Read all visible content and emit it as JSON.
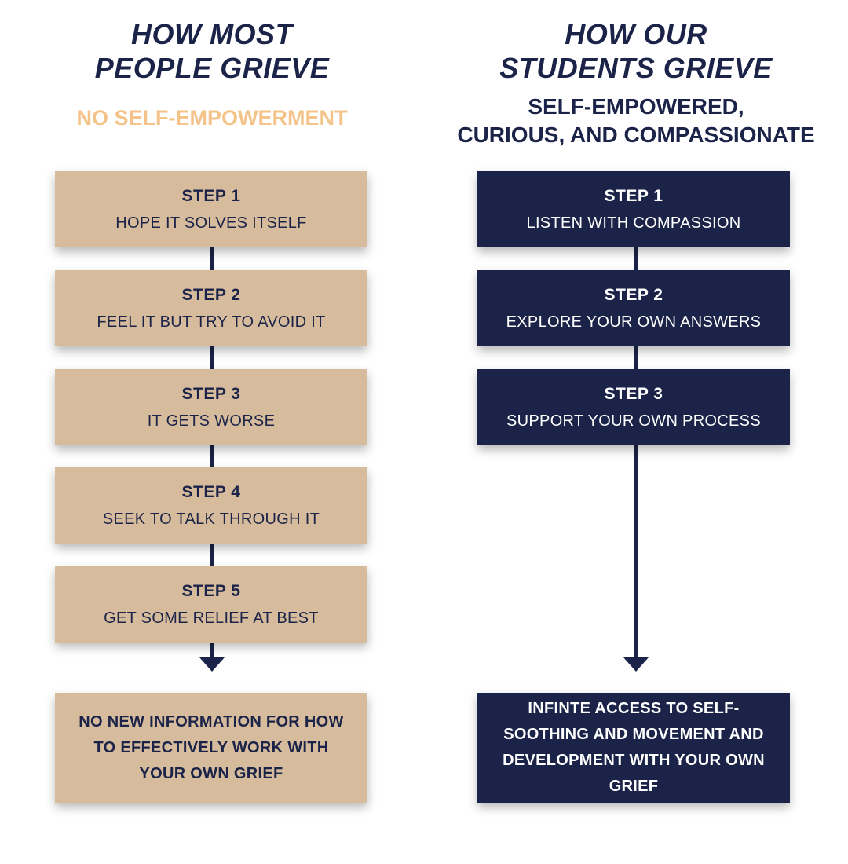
{
  "left": {
    "title_line1": "HOW MOST",
    "title_line2": "PEOPLE GRIEVE",
    "subtitle": "NO SELF-EMPOWERMENT",
    "subtitle_color": "#f4c38a",
    "box_color": "#d6bb9d",
    "steps": [
      {
        "label": "STEP 1",
        "text": "HOPE IT SOLVES ITSELF"
      },
      {
        "label": "STEP 2",
        "text": "FEEL IT BUT TRY TO AVOID IT"
      },
      {
        "label": "STEP 3",
        "text": "IT GETS WORSE"
      },
      {
        "label": "STEP 4",
        "text": "SEEK TO TALK THROUGH IT"
      },
      {
        "label": "STEP 5",
        "text": "GET SOME RELIEF AT BEST"
      }
    ],
    "outcome": "NO NEW INFORMATION FOR HOW TO EFFECTIVELY WORK WITH YOUR OWN GRIEF"
  },
  "right": {
    "title_line1": "HOW OUR",
    "title_line2": "STUDENTS GRIEVE",
    "subtitle_line1": "SELF-EMPOWERED,",
    "subtitle_line2": "CURIOUS, AND COMPASSIONATE",
    "box_color": "#1b2448",
    "steps": [
      {
        "label": "STEP 1",
        "text": "LISTEN WITH COMPASSION"
      },
      {
        "label": "STEP 2",
        "text": "EXPLORE YOUR OWN ANSWERS"
      },
      {
        "label": "STEP 3",
        "text": "SUPPORT YOUR OWN PROCESS"
      }
    ],
    "outcome": "INFINTE ACCESS TO SELF-SOOTHING AND MOVEMENT AND DEVELOPMENT WITH YOUR OWN GRIEF"
  },
  "colors": {
    "navy": "#1b2448",
    "tan": "#d6bb9d",
    "peach": "#f4c38a"
  }
}
